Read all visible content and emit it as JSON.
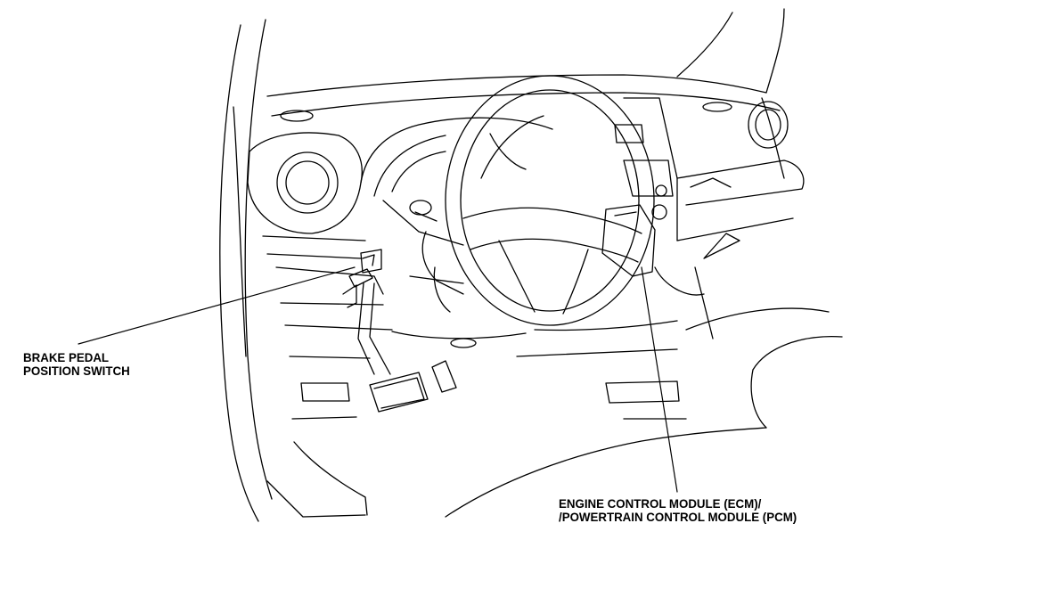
{
  "labels": {
    "brake_pedal_switch": {
      "line1": "BRAKE PEDAL",
      "line2": "POSITION SWITCH"
    },
    "ecm_pcm": {
      "line1": "ENGINE CONTROL MODULE (ECM)/",
      "line2": "/POWERTRAIN CONTROL MODULE (PCM)"
    }
  },
  "colors": {
    "ink": "#000000",
    "paper": "#ffffff"
  }
}
